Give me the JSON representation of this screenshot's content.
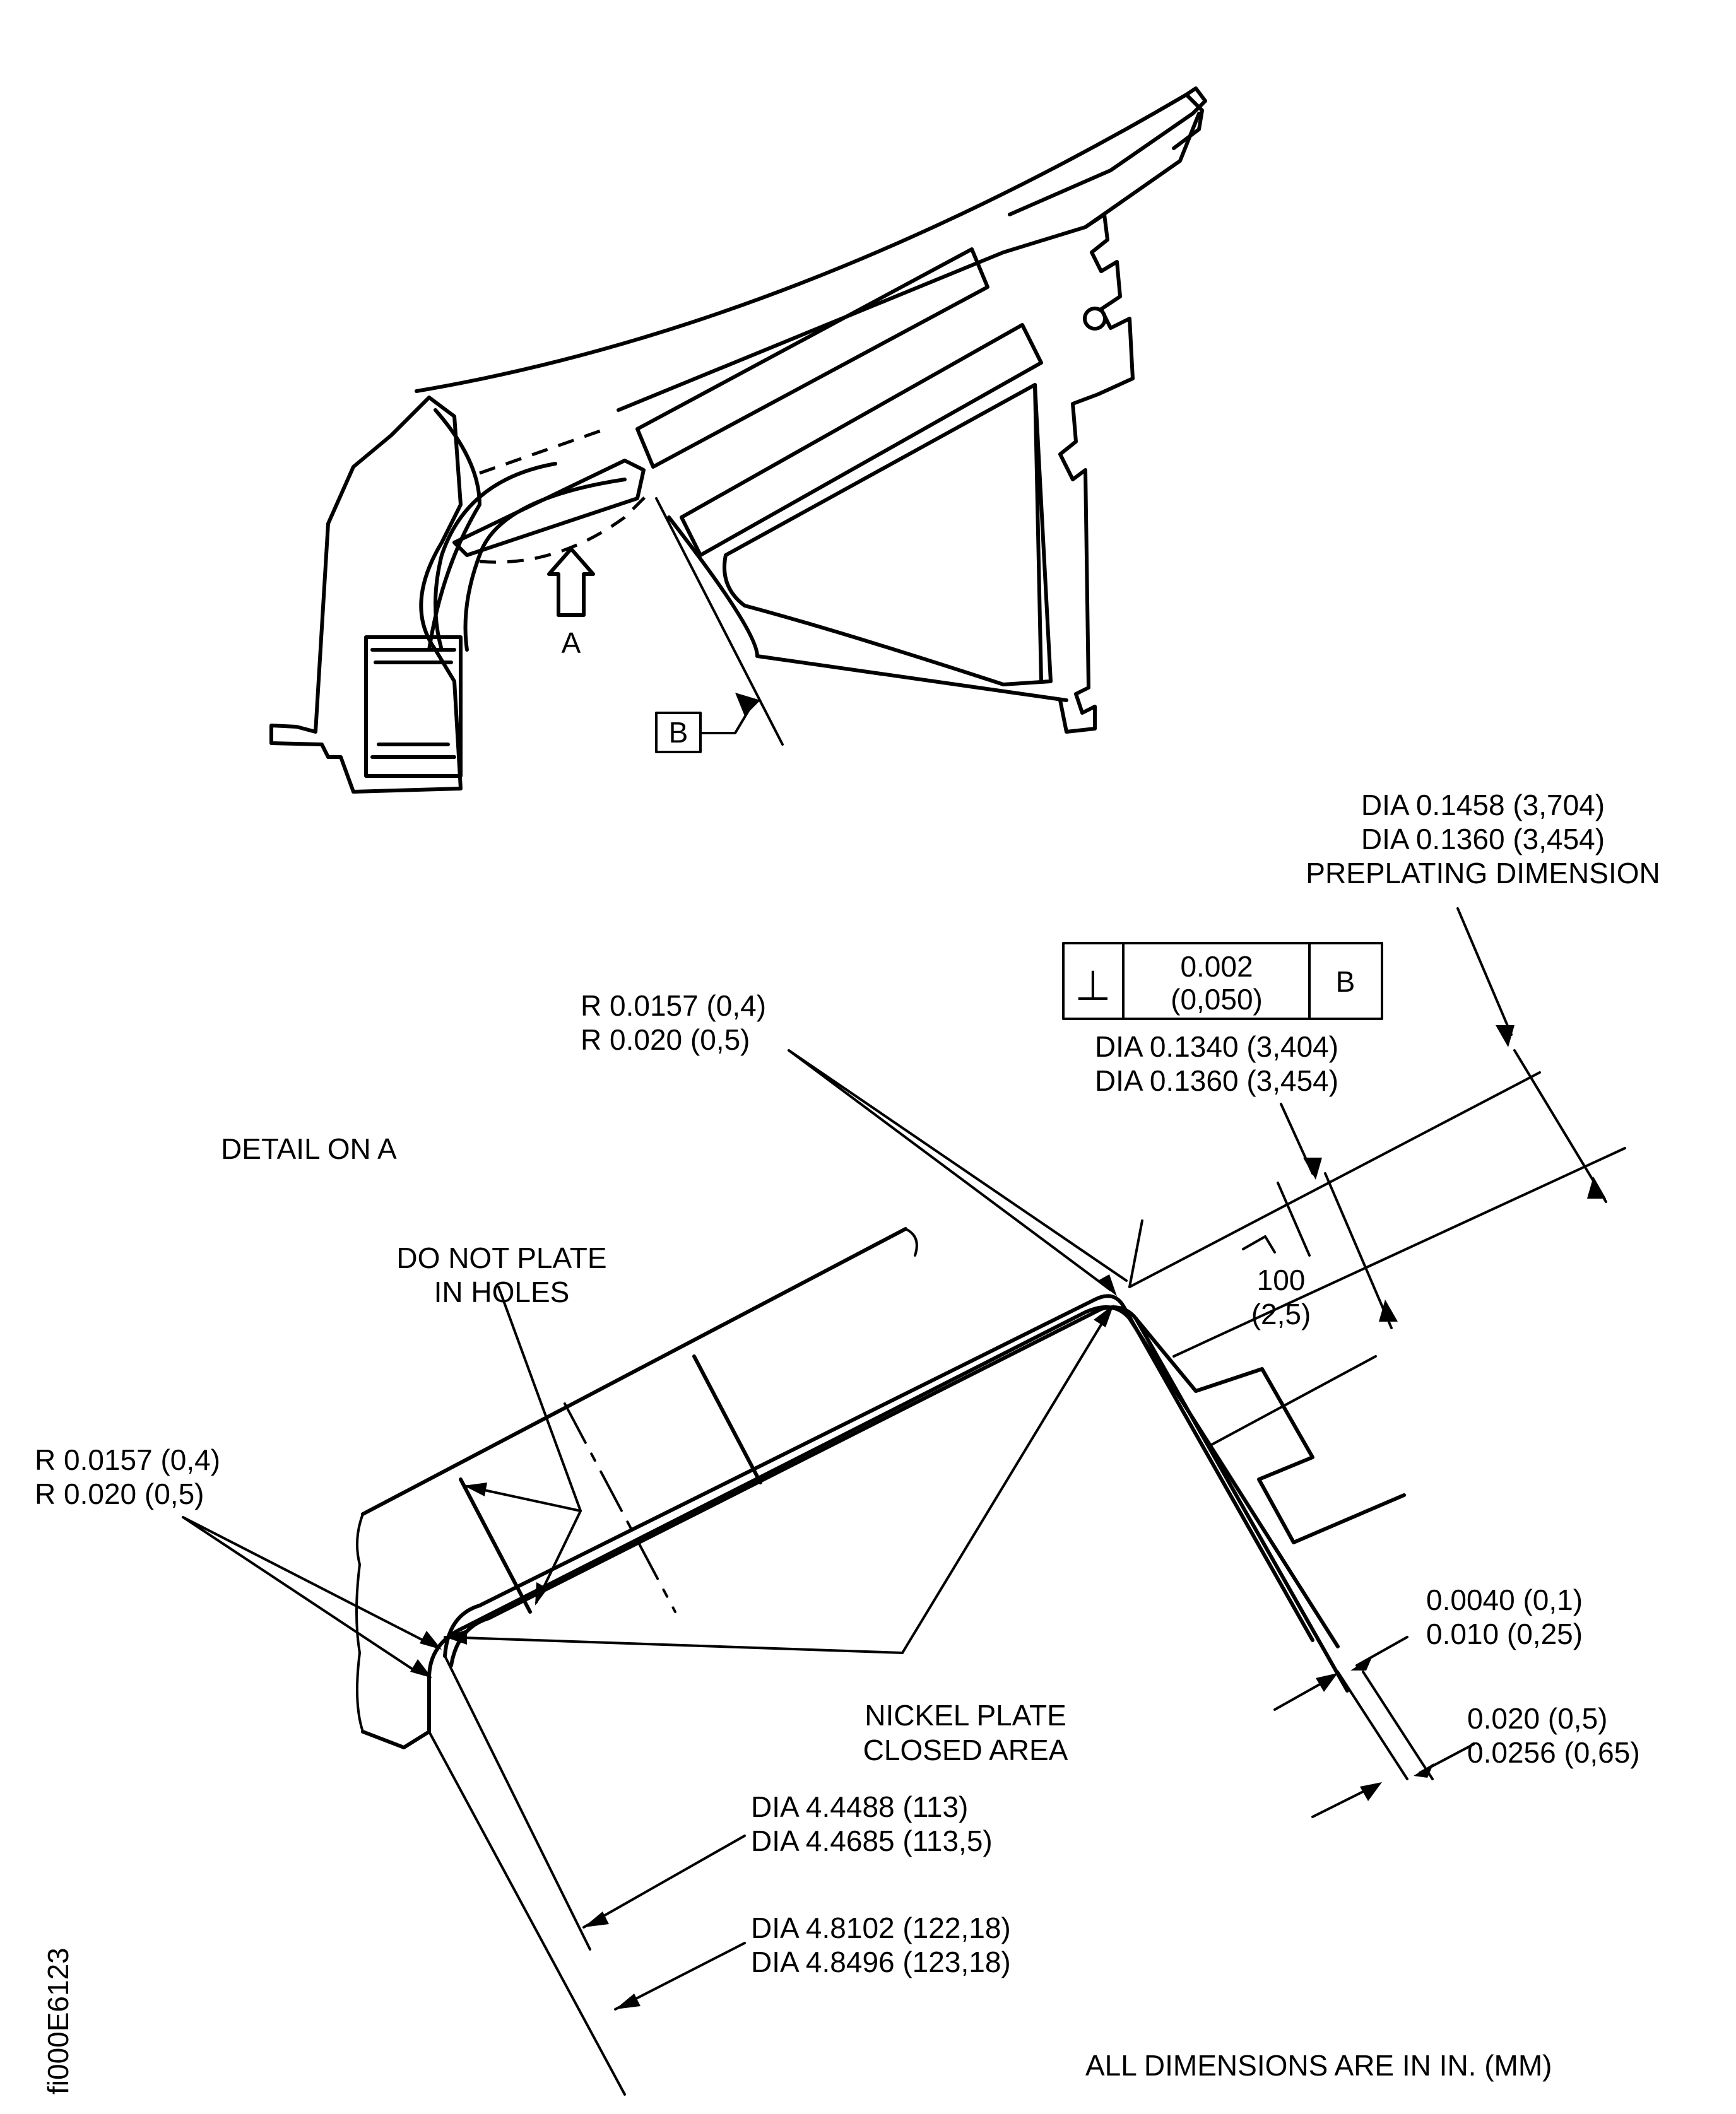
{
  "datum_label": "B",
  "view_label": "A",
  "detail_title": "DETAIL ON A",
  "fcf": {
    "symbol": "⊥",
    "tolerance_in": "0.002",
    "tolerance_mm": "(0,050)",
    "datum": "B"
  },
  "preplating": {
    "line1": "DIA 0.1458 (3,704)",
    "line2": "DIA 0.1360 (3,454)",
    "line3": "PREPLATING DIMENSION"
  },
  "hole_dia": {
    "line1": "DIA 0.1340 (3,404)",
    "line2": "DIA 0.1360 (3,454)"
  },
  "radius_top": {
    "line1": "R 0.0157 (0,4)",
    "line2": "R 0.020  (0,5)"
  },
  "radius_left": {
    "line1": "R 0.0157 (0,4)",
    "line2": "R 0.020  (0,5)"
  },
  "angle": {
    "line1": "100",
    "line2": "(2,5)"
  },
  "no_plate_note": {
    "line1": "DO NOT  PLATE",
    "line2": "IN HOLES"
  },
  "nickel_note": {
    "line1": "NICKEL PLATE",
    "line2": "CLOSED AREA"
  },
  "thickness_1": {
    "line1": "0.0040 (0,1)",
    "line2": "0.010 (0,25)"
  },
  "thickness_2": {
    "line1": "0.020   (0,5)",
    "line2": "0.0256 (0,65)"
  },
  "dia_inner": {
    "line1": "DIA 4.4488 (113)",
    "line2": "DIA 4.4685 (113,5)"
  },
  "dia_outer": {
    "line1": "DIA 4.8102 (122,18)",
    "line2": "DIA 4.8496 (123,18)"
  },
  "units_note": "ALL DIMENSIONS ARE IN IN. (MM)",
  "figure_id": "fi000E6123"
}
